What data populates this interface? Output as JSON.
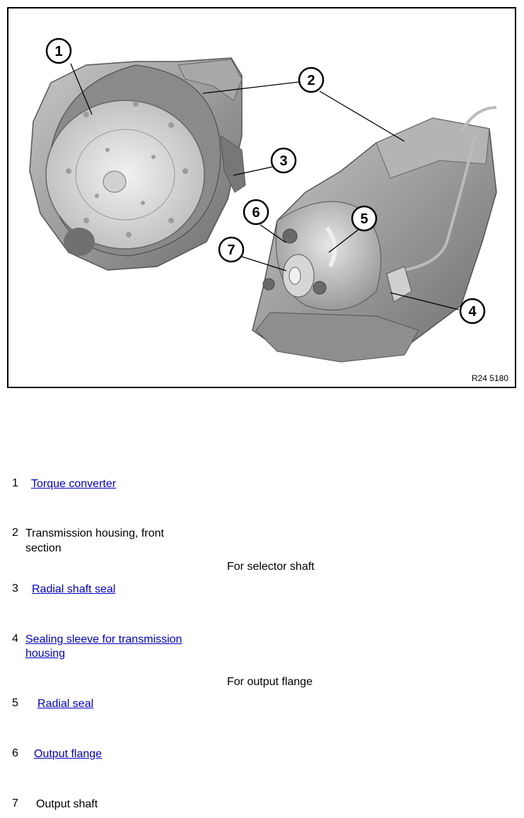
{
  "figure": {
    "id": "R24 5180",
    "callouts": [
      "1",
      "2",
      "3",
      "4",
      "5",
      "6",
      "7"
    ]
  },
  "items": [
    {
      "number": "1",
      "label": "Torque converter",
      "link": true
    },
    {
      "number": "2",
      "label": "Transmission housing, front",
      "label2": "section",
      "link": false
    },
    {
      "number": "3",
      "label": "Radial shaft seal",
      "link": true,
      "note": "For selector shaft"
    },
    {
      "number": "4",
      "label": "Sealing sleeve for transmission",
      "label2": "housing",
      "link": true
    },
    {
      "number": "5",
      "label": "Radial seal",
      "link": true,
      "note": "For output flange"
    },
    {
      "number": "6",
      "label": "Output flange",
      "link": true
    },
    {
      "number": "7",
      "label": "Output shaft",
      "link": false
    }
  ],
  "colors": {
    "link": "#0000cc",
    "border": "#000000"
  }
}
